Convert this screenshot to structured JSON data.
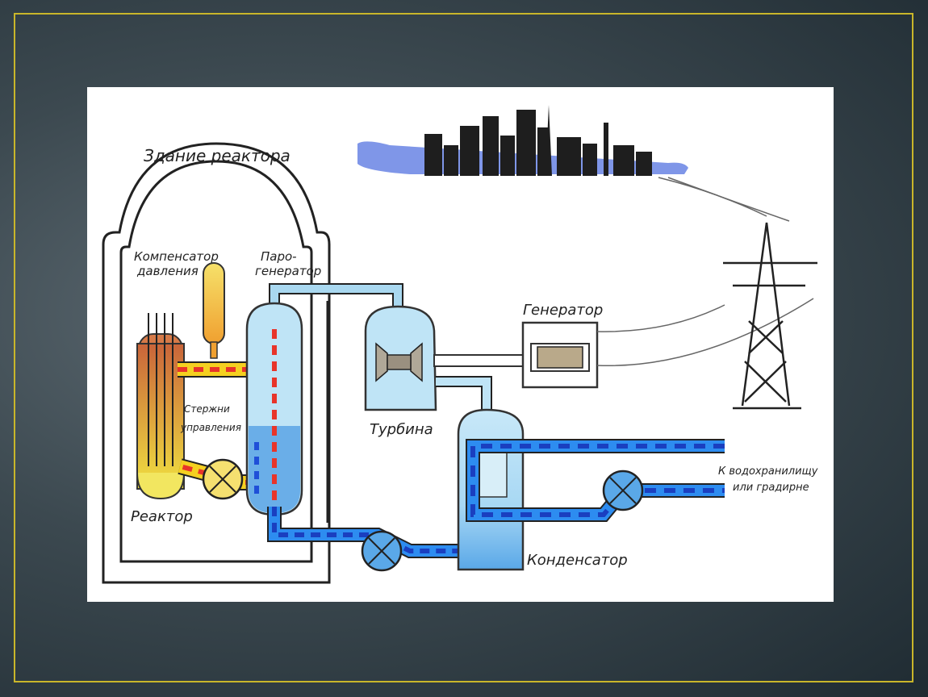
{
  "colors": {
    "frame": "#c9b62a",
    "hot_water": "#e8342a",
    "hot_pipe": "#f5d020",
    "steam": "#a9d8f0",
    "cold_water": "#1f4fd8",
    "cold_pipe": "#2d8cf0"
  },
  "labels": {
    "reactor_building": "Здание реактора",
    "pressure_compensator_line1": "Компенсатор",
    "pressure_compensator_line2": "давления",
    "steam_generator_line1": "Паро-",
    "steam_generator_line2": "генератор",
    "control_rods_line1": "Стержни",
    "control_rods_line2": "управления",
    "reactor": "Реактор",
    "turbine": "Турбина",
    "generator": "Генератор",
    "condenser": "Конденсатор",
    "to_reservoir_line1": "К водохранилищу",
    "to_reservoir_line2": "или градирне"
  },
  "icons": [
    "city-skyline-icon",
    "power-tower-icon",
    "pump-icon",
    "turbine-icon",
    "generator-icon"
  ]
}
